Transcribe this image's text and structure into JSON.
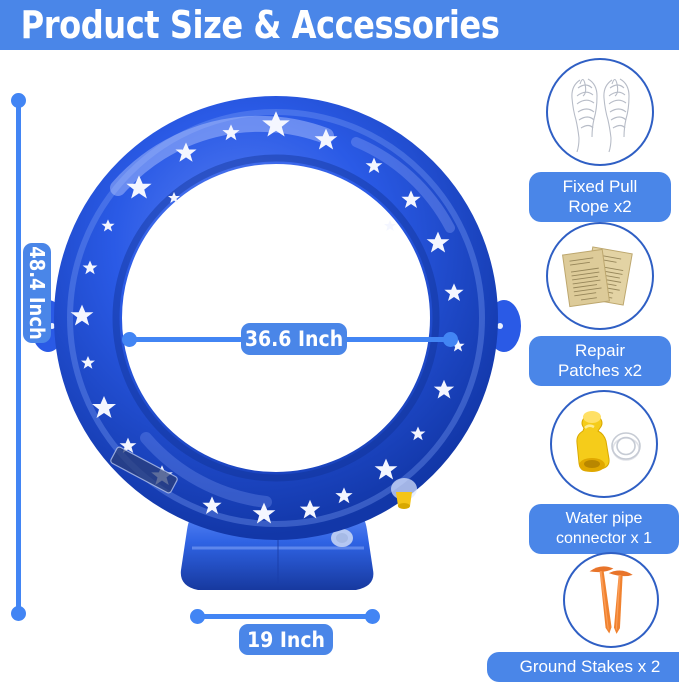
{
  "header": {
    "title": "Product  Size & Accessories",
    "bar_color": "#4a86e8",
    "text_color": "#ffffff"
  },
  "dimensions": {
    "height_label": "48.4 Inch",
    "inner_diameter_label": "36.6 Inch",
    "base_width_label": "19 Inch",
    "line_color": "#4285f4",
    "pill_color": "#4a86e8"
  },
  "product": {
    "name": "inflatable-star-sprinkler-ring",
    "ring_color": "#1f4fd8",
    "ring_highlight": "#5a7ff0",
    "star_color": "#f2f4ff",
    "base_color": "#2a62e0",
    "connector_color": "#f5c518"
  },
  "accessories": [
    {
      "id": "fixed-pull-rope",
      "icon": "coiled-rope-icon",
      "label_line1": "Fixed Pull",
      "label_line2": "Rope x2"
    },
    {
      "id": "repair-patches",
      "icon": "repair-patch-icon",
      "label_line1": "Repair",
      "label_line2": "Patches x2"
    },
    {
      "id": "water-pipe-connector",
      "icon": "water-connector-icon",
      "label_line1": "Water pipe",
      "label_line2": "connector x 1"
    },
    {
      "id": "ground-stakes",
      "icon": "ground-stake-icon",
      "label_line1": "Ground Stakes x 2",
      "label_line2": ""
    }
  ]
}
